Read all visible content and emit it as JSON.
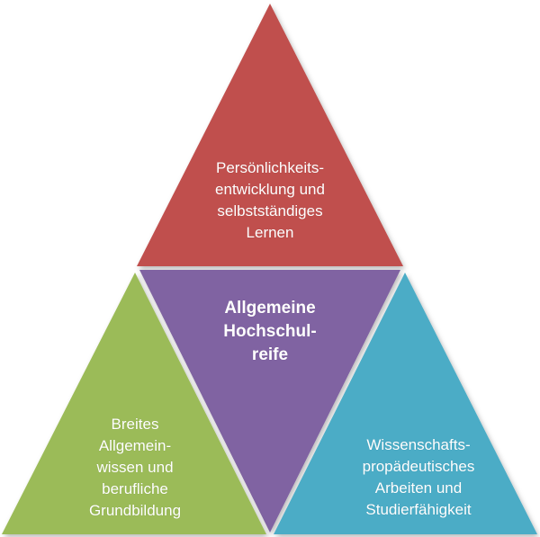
{
  "segments": {
    "top": {
      "text": "Persönlichkeits-\nentwicklung und\nselbstständiges\nLernen",
      "color": "#c0504d"
    },
    "center": {
      "text": "Allgemeine\nHochschul-\nreife",
      "color": "#8064a2"
    },
    "left": {
      "text": "Breites\nAllgemein-\nwissen und\nberufliche\nGrundbildung",
      "color": "#9bbb59"
    },
    "right": {
      "text": "Wissenschafts-\npropädeutisches\nArbeiten und\nStudierfähigkeit",
      "color": "#4bacc6"
    }
  }
}
